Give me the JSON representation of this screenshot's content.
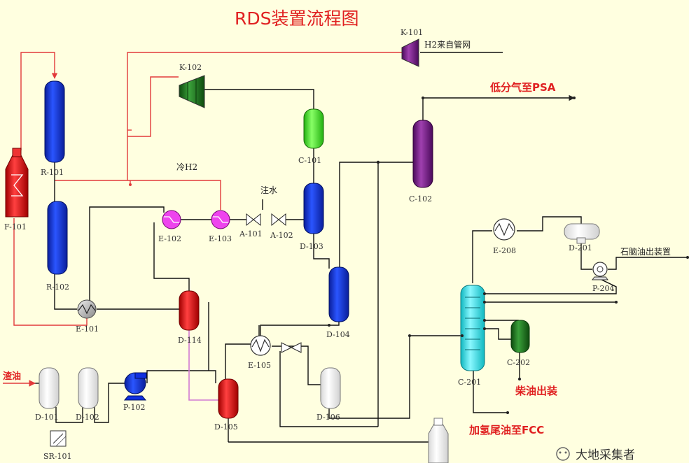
{
  "title": "RDS装置流程图",
  "watermark": "大地采集者",
  "labels": {
    "k101": "K-101",
    "h2_source": "H2来自管网",
    "k102": "K-102",
    "low_gas": "低分气至PSA",
    "r101": "R-101",
    "c101": "C-101",
    "cold_h2": "冷H2",
    "f101": "F-101",
    "water_inject": "注水",
    "a101": "A-101",
    "a102": "A-102",
    "d103": "D-103",
    "c102": "C-102",
    "e102": "E-102",
    "e103": "E-103",
    "e208": "E-208",
    "d201": "D-201",
    "naphtha": "石脑油出装置",
    "p204": "P-204",
    "r102": "R-102",
    "e101": "E-101",
    "d114": "D-114",
    "d104": "D-104",
    "e105": "E-105",
    "c202": "C-202",
    "c201": "C-201",
    "feed_oil": "渣油",
    "d101": "D-101",
    "d102": "D-102",
    "p102": "P-102",
    "d105": "D-105",
    "d106": "D-106",
    "sr101": "SR-101",
    "diesel": "柴油出装",
    "hydro_tail": "加氢尾油至FCC"
  },
  "colors": {
    "background": "#ffffe0",
    "blue_vessel": "#1030e0",
    "green_vessel": "#44ee22",
    "purple_vessel": "#7a1a8a",
    "red_vessel": "#ee1111",
    "cyan_column": "#22e8ee",
    "dark_green_vessel": "#1f7a1f",
    "magenta_exchanger": "#ee44ee",
    "red_line": "#e23a3a",
    "pink_line": "#d27ad2",
    "title_red": "#e02020"
  }
}
